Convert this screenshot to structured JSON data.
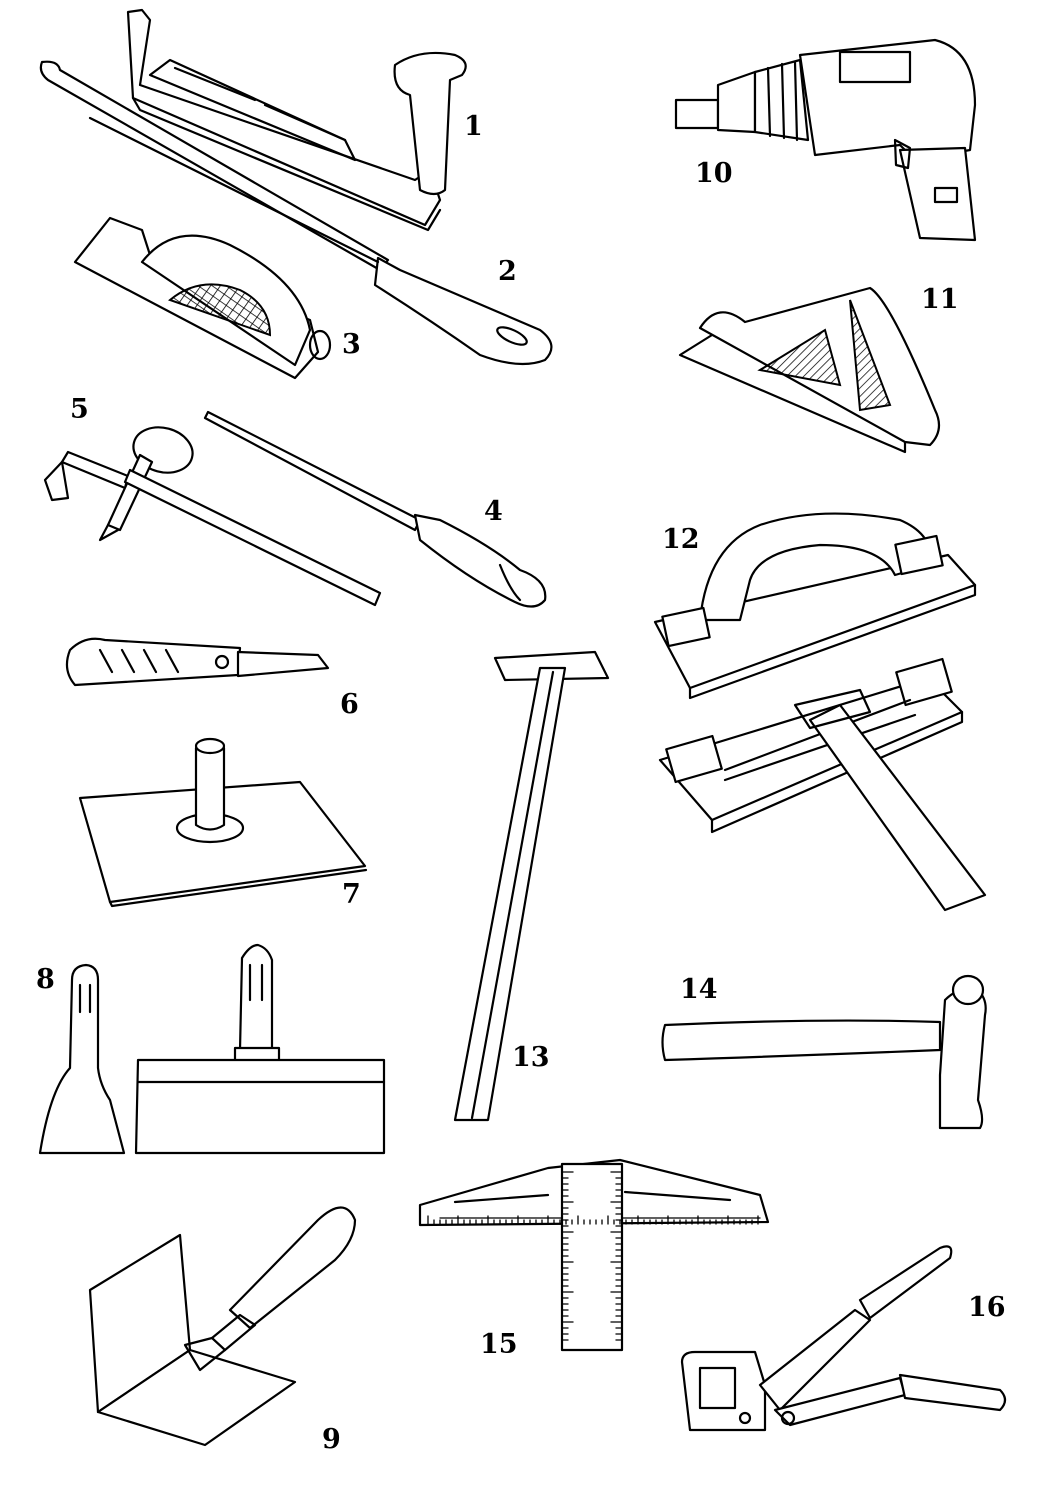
{
  "tools": [
    {
      "id": "1",
      "label": "1"
    },
    {
      "id": "2",
      "label": "2"
    },
    {
      "id": "3",
      "label": "3"
    },
    {
      "id": "4",
      "label": "4"
    },
    {
      "id": "5",
      "label": "5"
    },
    {
      "id": "6",
      "label": "6"
    },
    {
      "id": "7",
      "label": "7"
    },
    {
      "id": "8",
      "label": "8"
    },
    {
      "id": "9",
      "label": "9"
    },
    {
      "id": "10",
      "label": "10"
    },
    {
      "id": "11",
      "label": "11"
    },
    {
      "id": "12",
      "label": "12"
    },
    {
      "id": "13",
      "label": "13"
    },
    {
      "id": "14",
      "label": "14"
    },
    {
      "id": "15",
      "label": "15"
    },
    {
      "id": "16",
      "label": "16"
    }
  ],
  "colors": {
    "line": "#000000",
    "background": "#ffffff"
  }
}
